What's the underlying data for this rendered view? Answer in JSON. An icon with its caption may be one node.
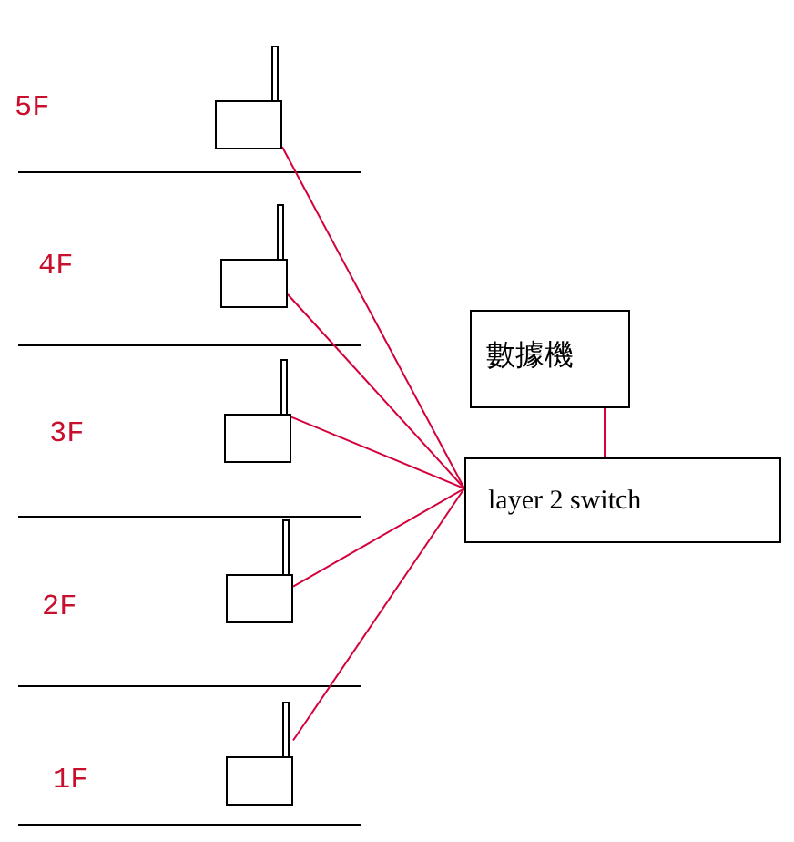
{
  "diagram": {
    "nodes": [
      {
        "text": [],
        "shape": "picture"
      },
      {
        "text": [],
        "shape": "picture"
      },
      {
        "text": [
          "數據機"
        ]
      },
      {
        "text": [],
        "shape": "picture"
      },
      {
        "text": [
          "layer 2 switch"
        ]
      },
      {
        "text": [],
        "shape": "picture"
      },
      {
        "text": [],
        "shape": "picture"
      }
    ],
    "edges": [
      {
        "from": 0,
        "to": 4,
        "arrow": "none"
      },
      {
        "from": 1,
        "to": 4,
        "arrow": "none"
      },
      {
        "from": 2,
        "to": 4,
        "arrow": "none"
      },
      {
        "from": 3,
        "to": 4,
        "arrow": "none"
      },
      {
        "from": 5,
        "to": 4,
        "arrow": "none"
      },
      {
        "from": 6,
        "to": 4,
        "arrow": "none"
      }
    ],
    "labels": [
      "5F",
      "4F",
      "3F",
      "2F",
      "1F"
    ]
  }
}
